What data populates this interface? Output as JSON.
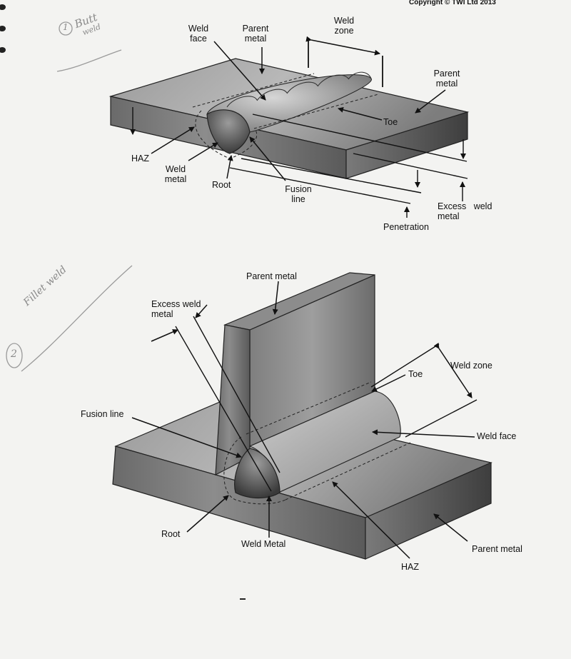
{
  "header": {
    "copyright": "Copyright © TWI Ltd 2013"
  },
  "annotations": {
    "butt_note_1": "Butt",
    "butt_note_2": "weld",
    "butt_number": "1",
    "fillet_note": "Fillet weld",
    "fillet_number": "2"
  },
  "butt_weld": {
    "labels": {
      "weld_face_1": "Weld",
      "weld_face_2": "face",
      "parent_metal_top_1": "Parent",
      "parent_metal_top_2": "metal",
      "weld_zone_1": "Weld",
      "weld_zone_2": "zone",
      "parent_metal_right_1": "Parent",
      "parent_metal_right_2": "metal",
      "toe": "Toe",
      "haz": "HAZ",
      "weld_metal_1": "Weld",
      "weld_metal_2": "metal",
      "root": "Root",
      "fusion_line_1": "Fusion",
      "fusion_line_2": "line",
      "excess_weld_metal_1": "Excess   weld",
      "excess_weld_metal_2": "metal",
      "penetration": "Penetration"
    }
  },
  "fillet_weld": {
    "labels": {
      "parent_metal_top": "Parent metal",
      "excess_weld_metal_1": "Excess weld",
      "excess_weld_metal_2": "metal",
      "toe": "Toe",
      "weld_zone": "Weld zone",
      "fusion_line": "Fusion line",
      "weld_face": "Weld face",
      "root": "Root",
      "weld_metal": "Weld Metal",
      "parent_metal_bottom": "Parent metal",
      "haz": "HAZ"
    }
  }
}
